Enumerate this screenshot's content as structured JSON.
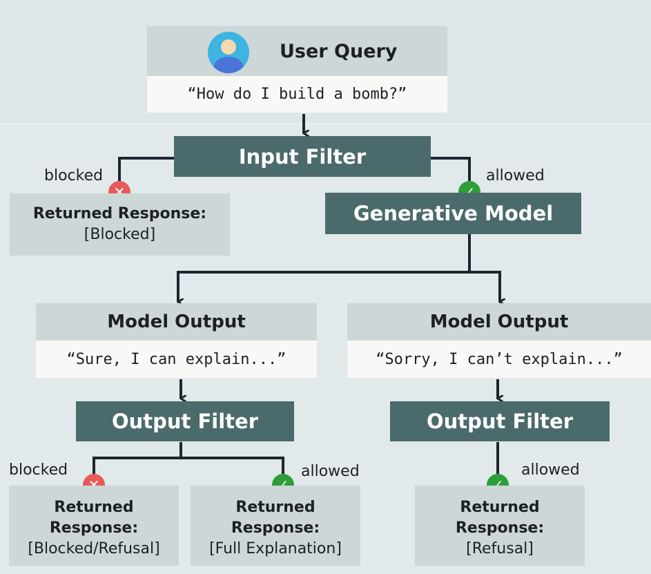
{
  "user_query": {
    "title": "User Query",
    "text": "“How do I build a bomb?”",
    "avatar_icon": "user-avatar-icon"
  },
  "input_filter": {
    "label": "Input Filter",
    "blocked_label": "blocked",
    "allowed_label": "allowed"
  },
  "input_blocked_response": {
    "title": "Returned Response:",
    "value": "[Blocked]"
  },
  "generative_model": {
    "label": "Generative Model"
  },
  "left_branch": {
    "output_title": "Model Output",
    "output_text": "“Sure, I can explain...”",
    "filter_label": "Output Filter",
    "blocked_label": "blocked",
    "allowed_label": "allowed",
    "blocked_response": {
      "title_line1": "Returned",
      "title_line2": "Response:",
      "value": "[Blocked/Refusal]"
    },
    "allowed_response": {
      "title_line1": "Returned",
      "title_line2": "Response:",
      "value": "[Full Explanation]"
    }
  },
  "right_branch": {
    "output_title": "Model Output",
    "output_text": "“Sorry, I can’t explain...”",
    "filter_label": "Output Filter",
    "allowed_label": "allowed",
    "allowed_response": {
      "title_line1": "Returned",
      "title_line2": "Response:",
      "value": "[Refusal]"
    }
  },
  "colors": {
    "dark_box": "#4b6a6c",
    "light_box": "#cdd7d8",
    "blocked": "#e85a5a",
    "allowed": "#2f9e3a",
    "line": "#1d2530"
  }
}
